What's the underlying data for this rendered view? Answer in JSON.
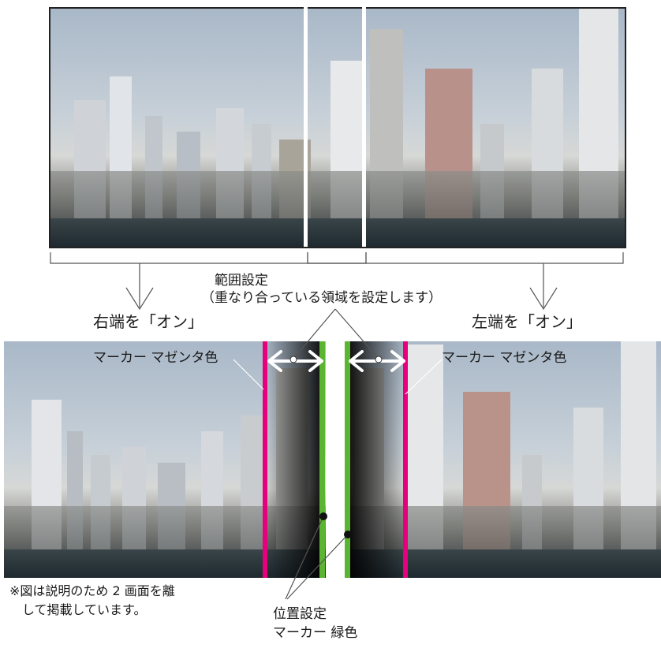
{
  "range": {
    "title": "範囲設定",
    "subtitle": "（重なり合っている領域を設定します）"
  },
  "right_edge": {
    "label": "右端を「オン」"
  },
  "left_edge": {
    "label": "左端を「オン」"
  },
  "marker_magenta": {
    "label": "マーカー マゼンタ色",
    "color": "#e6007e"
  },
  "position": {
    "title": "位置設定",
    "marker_green": "マーカー 緑色",
    "color": "#5bb531"
  },
  "note": {
    "line1": "※図は説明のため 2 画面を離",
    "line2": "　して掲載しています。"
  }
}
